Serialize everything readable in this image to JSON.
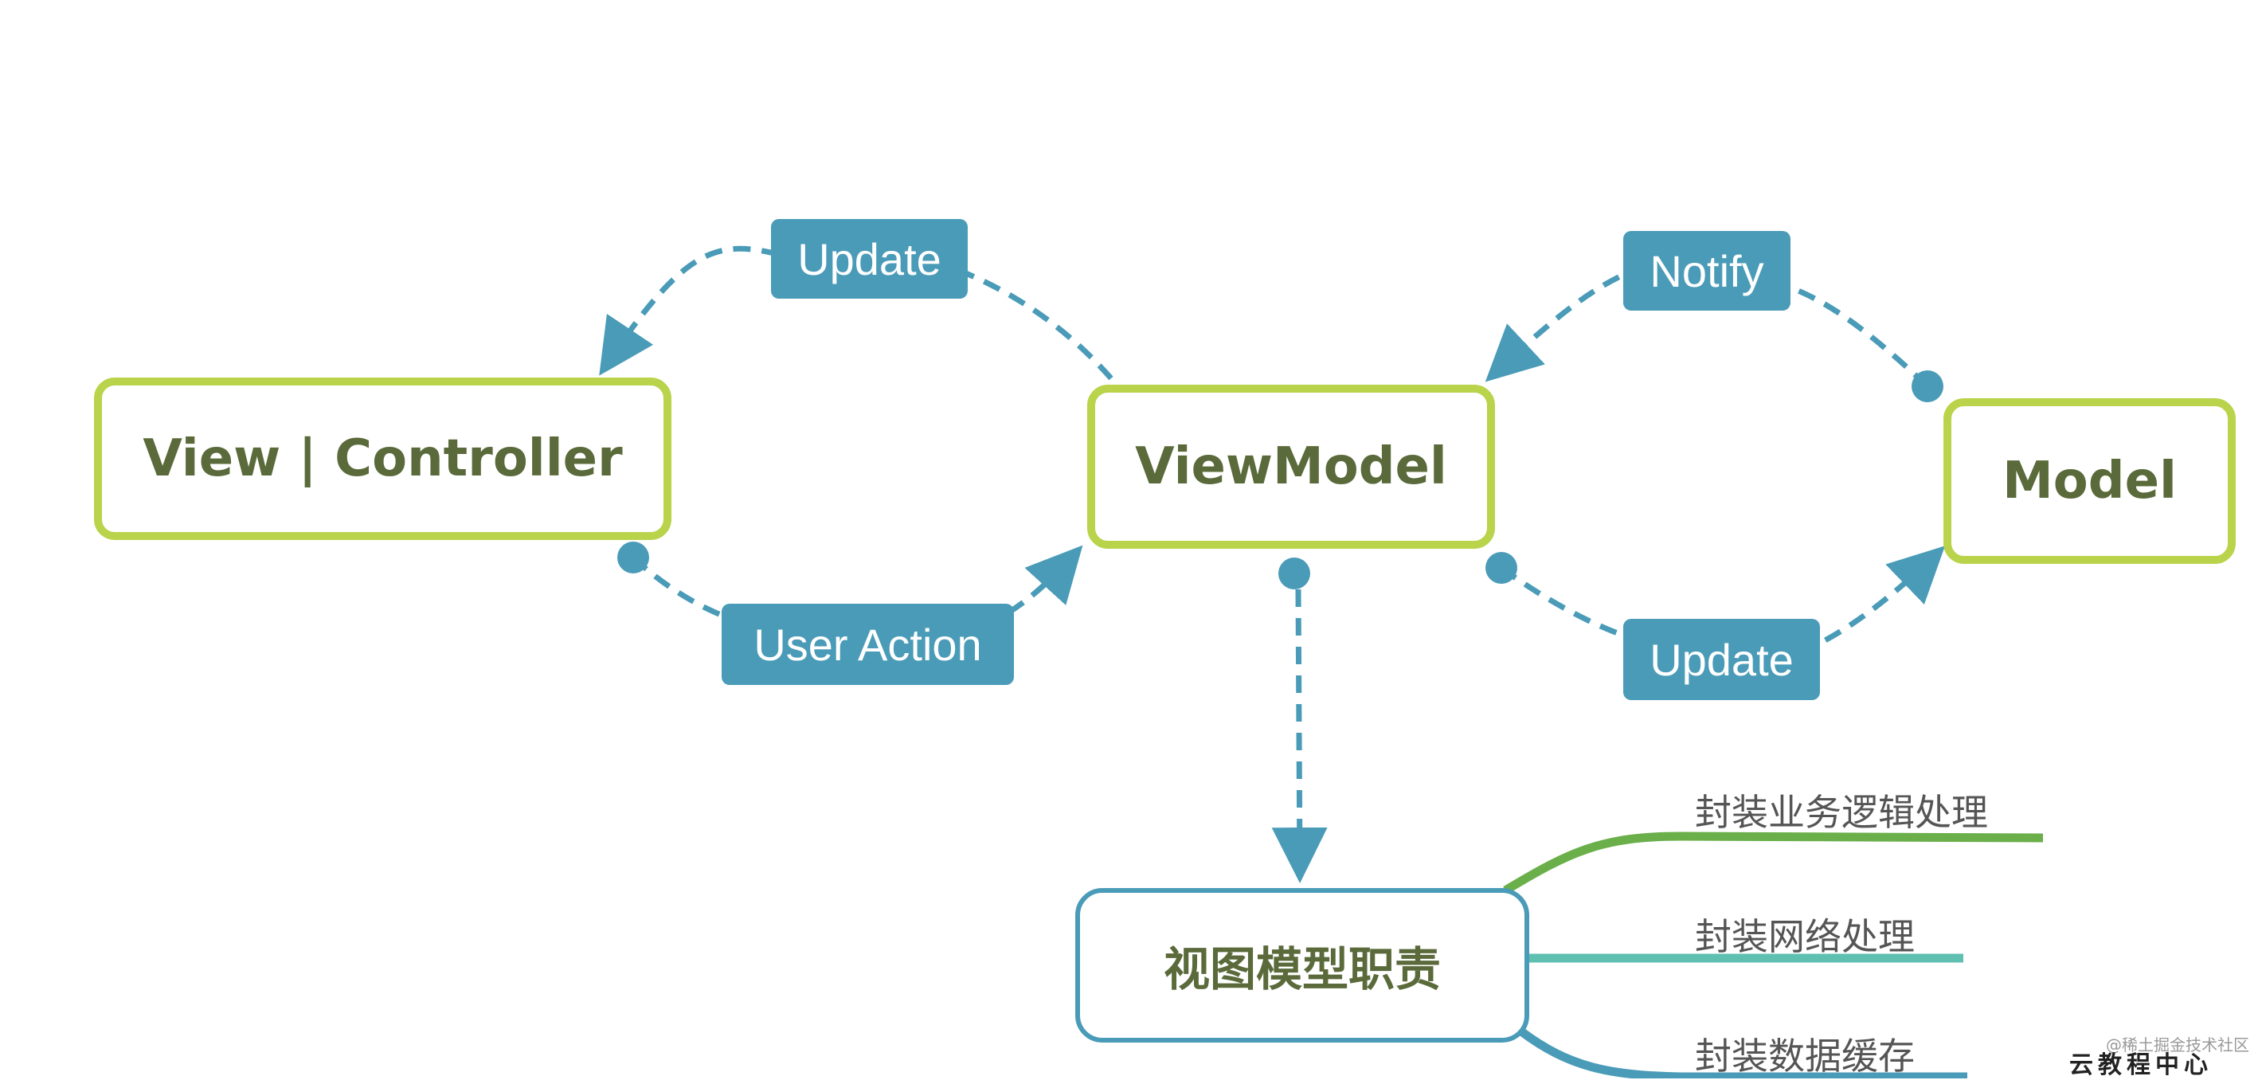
{
  "nodes": {
    "view_controller": "View | Controller",
    "viewmodel": "ViewModel",
    "model": "Model",
    "responsibilities": "视图模型职责"
  },
  "edges": {
    "update_top": "Update",
    "user_action": "User Action",
    "notify": "Notify",
    "update_bottom": "Update"
  },
  "branches": [
    "封装业务逻辑处理",
    "封装网络处理",
    "封装数据缓存"
  ],
  "watermark": {
    "source": "@稀土掘金技术社区",
    "brand": "云教程中心"
  },
  "colors": {
    "node_border": "#b9d34b",
    "node_text": "#5a6a3a",
    "tag_bg": "#4a9bb8",
    "connector": "#4a9bb8",
    "branch_1": "#6aaf4a",
    "branch_2": "#5fbfb0",
    "branch_3": "#4a9bb8"
  }
}
